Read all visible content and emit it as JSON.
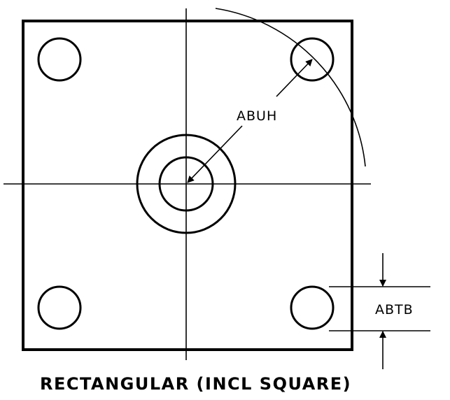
{
  "dimension_labels": {
    "center_bore": "ABUH",
    "mounting_hole_spacing": "ABTB"
  },
  "caption": "RECTANGULAR (INCL SQUARE)"
}
